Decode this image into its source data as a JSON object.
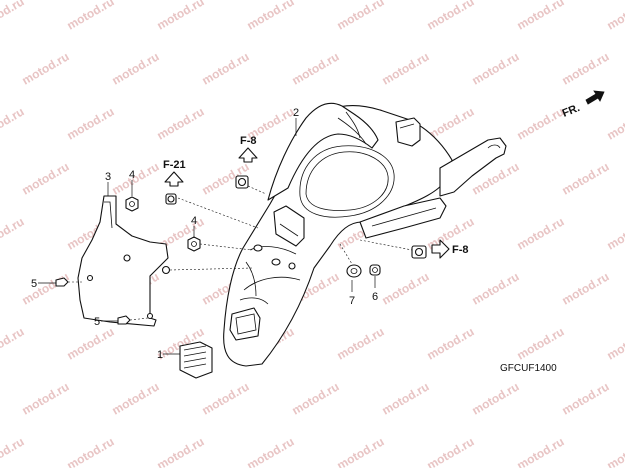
{
  "watermark": "motod.ru",
  "diagram_code": "GFCUF1400",
  "front_indicator": "FR.",
  "references": {
    "f21": "F-21",
    "f8_top": "F-8",
    "f8_right": "F-8"
  },
  "callouts": {
    "c1": "1",
    "c2": "2",
    "c3": "3",
    "c4a": "4",
    "c4b": "4",
    "c5a": "5",
    "c5b": "5",
    "c6": "6",
    "c7": "7"
  }
}
